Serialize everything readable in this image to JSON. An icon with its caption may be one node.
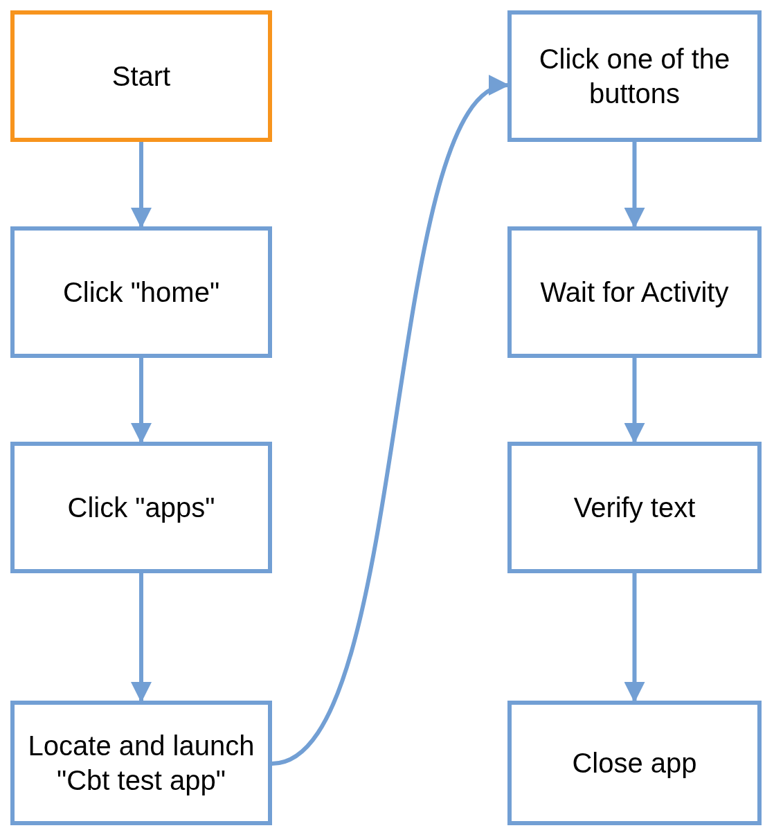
{
  "diagram": {
    "nodes": [
      {
        "text": [
          "Start"
        ]
      },
      {
        "text": [
          "Click \"home\""
        ]
      },
      {
        "text": [
          "Click \"apps\""
        ]
      },
      {
        "text": [
          "Locate and launch \"Cbt test app\""
        ]
      },
      {
        "text": [
          "Click one of the buttons"
        ]
      },
      {
        "text": [
          "Wait for Activity"
        ]
      },
      {
        "text": [
          "Verify text"
        ]
      },
      {
        "text": [
          "Close app"
        ]
      }
    ],
    "edges": [
      {
        "from": 0,
        "to": 1,
        "arrow": "to"
      },
      {
        "from": 1,
        "to": 2,
        "arrow": "to"
      },
      {
        "from": 2,
        "to": 3,
        "arrow": "to"
      },
      {
        "from": 3,
        "to": 4,
        "arrow": "to"
      },
      {
        "from": 4,
        "to": 5,
        "arrow": "to"
      },
      {
        "from": 5,
        "to": 6,
        "arrow": "to"
      },
      {
        "from": 6,
        "to": 7,
        "arrow": "to"
      }
    ]
  }
}
